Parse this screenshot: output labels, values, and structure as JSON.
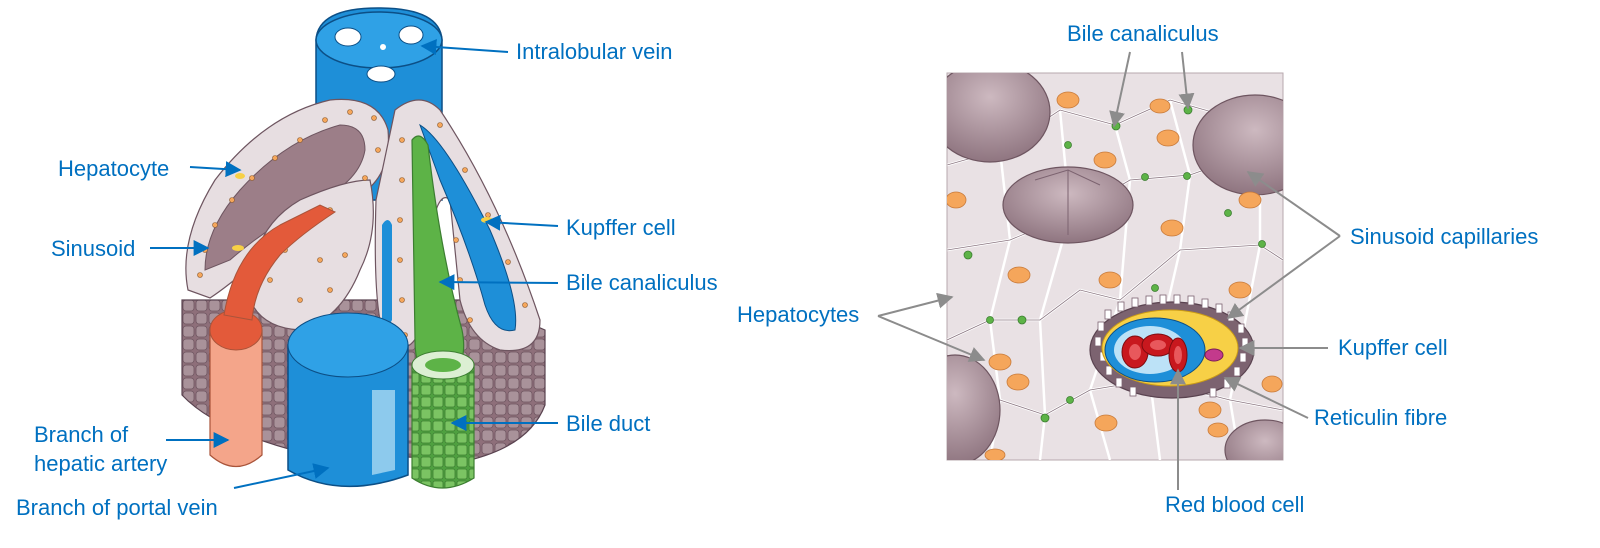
{
  "left_panel": {
    "labels": {
      "intralobular_vein": "Intralobular vein",
      "hepatocyte": "Hepatocyte",
      "sinusoid": "Sinusoid",
      "kupffer_cell": "Kupffer cell",
      "bile_canaliculus": "Bile canaliculus",
      "branch_hepatic_artery_line1": "Branch of",
      "branch_hepatic_artery_line2": "hepatic artery",
      "branch_portal_vein": "Branch of portal vein",
      "bile_duct": "Bile duct"
    }
  },
  "right_panel": {
    "labels": {
      "bile_canaliculus": "Bile canaliculus",
      "sinusoid_capillaries": "Sinusoid capillaries",
      "hepatocytes": "Hepatocytes",
      "kupffer_cell": "Kupffer cell",
      "reticulin_fibre": "Reticulin fibre",
      "red_blood_cell": "Red blood cell"
    }
  },
  "colors": {
    "label_text": "#0070C0",
    "left_arrow": "#0070C0",
    "right_arrow": "#8C8C8C",
    "vein_blue": "#1E8FD8",
    "artery_red": "#E35A3A",
    "artery_peach": "#F4A58A",
    "bile_green": "#5DB347",
    "hepatocyte_mauve": "#9C7E88",
    "hepatocyte_light": "#E7DEE1",
    "nucleus_orange": "#F5A65B",
    "tissue_bg": "#E9E1E4",
    "kupffer_yellow": "#F7D046",
    "rbc_red": "#C8181E"
  }
}
